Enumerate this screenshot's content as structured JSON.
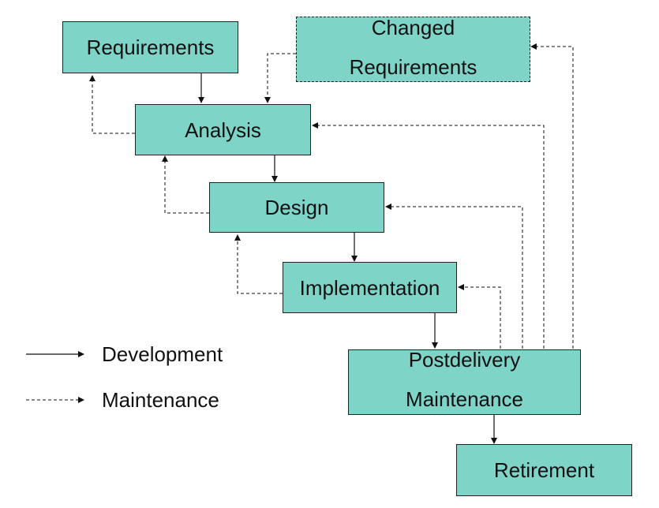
{
  "nodes": {
    "requirements": {
      "lines": [
        "Requirements"
      ]
    },
    "changed_requirements": {
      "lines": [
        "Changed",
        "Requirements"
      ]
    },
    "analysis": {
      "lines": [
        "Analysis"
      ]
    },
    "design": {
      "lines": [
        "Design"
      ]
    },
    "implementation": {
      "lines": [
        "Implementation"
      ]
    },
    "postdelivery": {
      "lines": [
        "Postdelivery",
        "Maintenance"
      ]
    },
    "retirement": {
      "lines": [
        "Retirement"
      ]
    }
  },
  "legend": {
    "development": "Development",
    "maintenance": "Maintenance"
  },
  "colors": {
    "box_fill": "#7fd4c8",
    "stroke": "#222222"
  }
}
